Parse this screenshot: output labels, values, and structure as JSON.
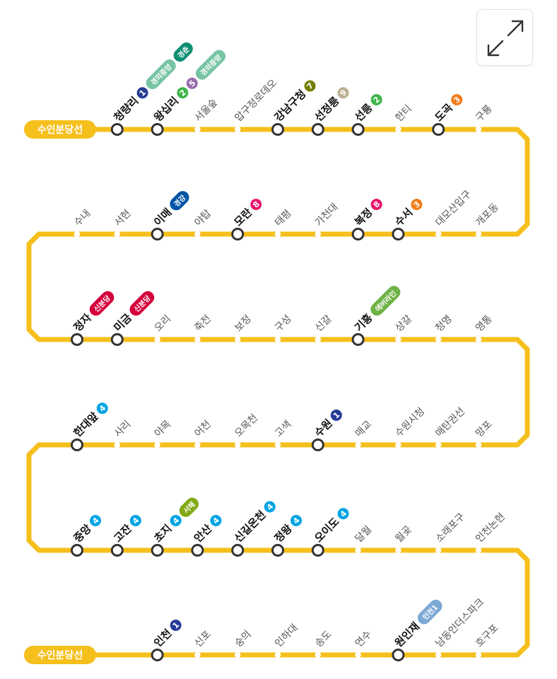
{
  "line_name": "수인분당선",
  "line_color": "#F5BF1C",
  "colors": {
    "line1": "#263C96",
    "line2": "#3DB449",
    "line3": "#EF7C1C",
    "line4": "#00A4E3",
    "line5": "#996CAC",
    "line7": "#747F00",
    "line8": "#E6186C",
    "line9": "#BDB092",
    "gyeongui": "#77C4A3",
    "gyeongchun": "#0C8E72",
    "gyeonggang": "#0054A6",
    "sinbundang": "#D4003B",
    "everline": "#6FB245",
    "seohae": "#81A914",
    "incheon1": "#7CA8D5"
  },
  "expand_button": {
    "icon": "expand-arrows-icon"
  },
  "rows": [
    {
      "stations": [
        {
          "name": "청량리",
          "transfer": true,
          "badges": [
            {
              "text": "1",
              "color": "line1"
            },
            {
              "text": "경의중앙",
              "color": "gyeongui"
            },
            {
              "text": "경춘",
              "color": "gyeongchun"
            }
          ]
        },
        {
          "name": "왕십리",
          "transfer": true,
          "badges": [
            {
              "text": "2",
              "color": "line2"
            },
            {
              "text": "5",
              "color": "line5"
            },
            {
              "text": "경의중앙",
              "color": "gyeongui"
            }
          ]
        },
        {
          "name": "서울숲",
          "transfer": false,
          "badges": []
        },
        {
          "name": "압구정로데오",
          "transfer": false,
          "badges": []
        },
        {
          "name": "강남구청",
          "transfer": true,
          "badges": [
            {
              "text": "7",
              "color": "line7"
            }
          ]
        },
        {
          "name": "선정릉",
          "transfer": true,
          "badges": [
            {
              "text": "9",
              "color": "line9"
            }
          ]
        },
        {
          "name": "선릉",
          "transfer": true,
          "badges": [
            {
              "text": "2",
              "color": "line2"
            }
          ]
        },
        {
          "name": "한티",
          "transfer": false,
          "badges": []
        },
        {
          "name": "도곡",
          "transfer": true,
          "badges": [
            {
              "text": "3",
              "color": "line3"
            }
          ]
        },
        {
          "name": "구룡",
          "transfer": false,
          "badges": []
        }
      ]
    },
    {
      "stations": [
        {
          "name": "개포동",
          "transfer": false,
          "badges": []
        },
        {
          "name": "대모산입구",
          "transfer": false,
          "badges": []
        },
        {
          "name": "수서",
          "transfer": true,
          "badges": [
            {
              "text": "3",
              "color": "line3"
            }
          ]
        },
        {
          "name": "복정",
          "transfer": true,
          "badges": [
            {
              "text": "8",
              "color": "line8"
            }
          ]
        },
        {
          "name": "가천대",
          "transfer": false,
          "badges": []
        },
        {
          "name": "태평",
          "transfer": false,
          "badges": []
        },
        {
          "name": "모란",
          "transfer": true,
          "badges": [
            {
              "text": "8",
              "color": "line8"
            }
          ]
        },
        {
          "name": "야탑",
          "transfer": false,
          "badges": []
        },
        {
          "name": "이매",
          "transfer": true,
          "badges": [
            {
              "text": "경강",
              "color": "gyeonggang"
            }
          ]
        },
        {
          "name": "서현",
          "transfer": false,
          "badges": []
        },
        {
          "name": "수내",
          "transfer": false,
          "badges": []
        }
      ]
    },
    {
      "stations": [
        {
          "name": "정자",
          "transfer": true,
          "badges": [
            {
              "text": "신분당",
              "color": "sinbundang"
            }
          ]
        },
        {
          "name": "미금",
          "transfer": true,
          "badges": [
            {
              "text": "신분당",
              "color": "sinbundang"
            }
          ]
        },
        {
          "name": "오리",
          "transfer": false,
          "badges": []
        },
        {
          "name": "죽전",
          "transfer": false,
          "badges": []
        },
        {
          "name": "보정",
          "transfer": false,
          "badges": []
        },
        {
          "name": "구성",
          "transfer": false,
          "badges": []
        },
        {
          "name": "신갈",
          "transfer": false,
          "badges": []
        },
        {
          "name": "기흥",
          "transfer": true,
          "badges": [
            {
              "text": "에버라인",
              "color": "everline"
            }
          ]
        },
        {
          "name": "상갈",
          "transfer": false,
          "badges": []
        },
        {
          "name": "청명",
          "transfer": false,
          "badges": []
        },
        {
          "name": "영통",
          "transfer": false,
          "badges": []
        }
      ]
    },
    {
      "stations": [
        {
          "name": "망포",
          "transfer": false,
          "badges": []
        },
        {
          "name": "매탄권선",
          "transfer": false,
          "badges": []
        },
        {
          "name": "수원시청",
          "transfer": false,
          "badges": []
        },
        {
          "name": "매교",
          "transfer": false,
          "badges": []
        },
        {
          "name": "수원",
          "transfer": true,
          "badges": [
            {
              "text": "1",
              "color": "line1"
            }
          ]
        },
        {
          "name": "고색",
          "transfer": false,
          "badges": []
        },
        {
          "name": "오목천",
          "transfer": false,
          "badges": []
        },
        {
          "name": "어천",
          "transfer": false,
          "badges": []
        },
        {
          "name": "야목",
          "transfer": false,
          "badges": []
        },
        {
          "name": "사리",
          "transfer": false,
          "badges": []
        },
        {
          "name": "한대앞",
          "transfer": true,
          "badges": [
            {
              "text": "4",
              "color": "line4"
            }
          ]
        }
      ]
    },
    {
      "stations": [
        {
          "name": "중앙",
          "transfer": true,
          "badges": [
            {
              "text": "4",
              "color": "line4"
            }
          ]
        },
        {
          "name": "고잔",
          "transfer": true,
          "badges": [
            {
              "text": "4",
              "color": "line4"
            }
          ]
        },
        {
          "name": "초지",
          "transfer": true,
          "badges": [
            {
              "text": "4",
              "color": "line4"
            },
            {
              "text": "서해",
              "color": "seohae"
            }
          ]
        },
        {
          "name": "안산",
          "transfer": true,
          "badges": [
            {
              "text": "4",
              "color": "line4"
            }
          ]
        },
        {
          "name": "신길온천",
          "transfer": true,
          "badges": [
            {
              "text": "4",
              "color": "line4"
            }
          ]
        },
        {
          "name": "정왕",
          "transfer": true,
          "badges": [
            {
              "text": "4",
              "color": "line4"
            }
          ]
        },
        {
          "name": "오이도",
          "transfer": true,
          "badges": [
            {
              "text": "4",
              "color": "line4"
            }
          ]
        },
        {
          "name": "달월",
          "transfer": false,
          "badges": []
        },
        {
          "name": "월곶",
          "transfer": false,
          "badges": []
        },
        {
          "name": "소래포구",
          "transfer": false,
          "badges": []
        },
        {
          "name": "인천논현",
          "transfer": false,
          "badges": []
        }
      ]
    },
    {
      "stations": [
        {
          "name": "호구포",
          "transfer": false,
          "badges": []
        },
        {
          "name": "남동인더스파크",
          "transfer": false,
          "badges": []
        },
        {
          "name": "원인재",
          "transfer": true,
          "badges": [
            {
              "text": "인천1",
              "color": "incheon1"
            }
          ]
        },
        {
          "name": "연수",
          "transfer": false,
          "badges": []
        },
        {
          "name": "송도",
          "transfer": false,
          "badges": []
        },
        {
          "name": "인하대",
          "transfer": false,
          "badges": []
        },
        {
          "name": "숭의",
          "transfer": false,
          "badges": []
        },
        {
          "name": "신포",
          "transfer": false,
          "badges": []
        },
        {
          "name": "인천",
          "transfer": true,
          "badges": [
            {
              "text": "1",
              "color": "line1"
            }
          ]
        }
      ]
    }
  ]
}
